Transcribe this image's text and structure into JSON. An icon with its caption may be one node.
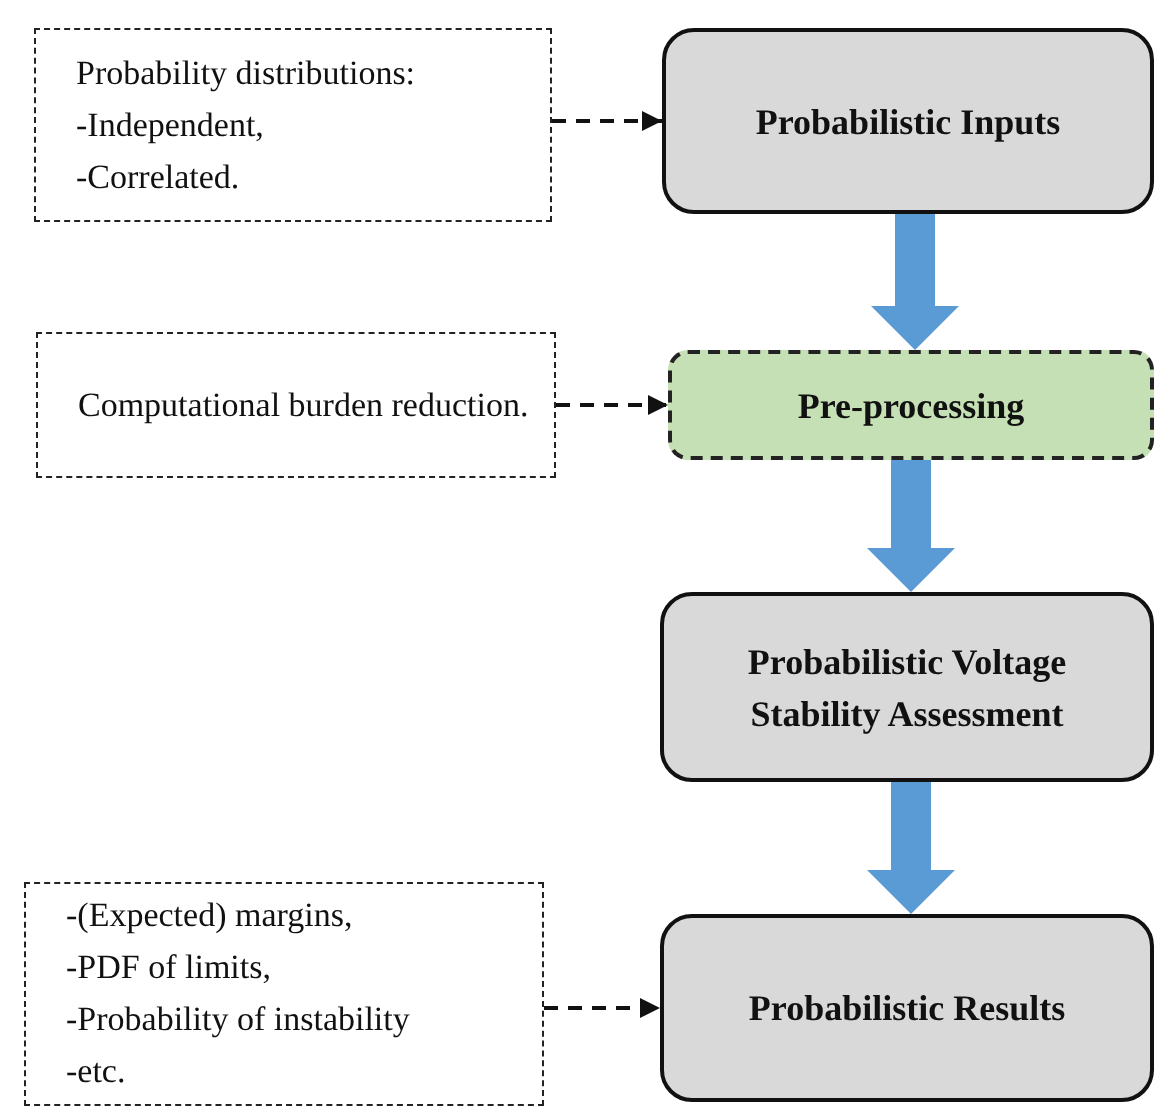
{
  "diagram": {
    "nodes": [
      {
        "text": [
          "Probability distributions:",
          "-Independent,",
          "-Correlated."
        ]
      },
      {
        "text": [
          "Probabilistic Inputs"
        ]
      },
      {
        "text": [
          "Computational burden reduction."
        ]
      },
      {
        "text": [
          "Pre-processing"
        ]
      },
      {
        "text": [
          "Probabilistic Voltage Stability Assessment"
        ]
      },
      {
        "text": [
          "-(Expected) margins,",
          "-PDF of limits,",
          "-Probability of instability",
          "-etc."
        ]
      },
      {
        "text": [
          "Probabilistic Results"
        ]
      }
    ],
    "edges": [
      {
        "from": 0,
        "to": 1,
        "arrow": "to",
        "style": "dashed"
      },
      {
        "from": 1,
        "to": 3,
        "arrow": "to",
        "style": "thick",
        "color": "#5b9bd5"
      },
      {
        "from": 2,
        "to": 3,
        "arrow": "to",
        "style": "dashed"
      },
      {
        "from": 3,
        "to": 4,
        "arrow": "to",
        "style": "thick",
        "color": "#5b9bd5"
      },
      {
        "from": 5,
        "to": 6,
        "arrow": "to",
        "style": "dashed"
      },
      {
        "from": 4,
        "to": 6,
        "arrow": "to",
        "style": "thick",
        "color": "#5b9bd5"
      }
    ]
  }
}
